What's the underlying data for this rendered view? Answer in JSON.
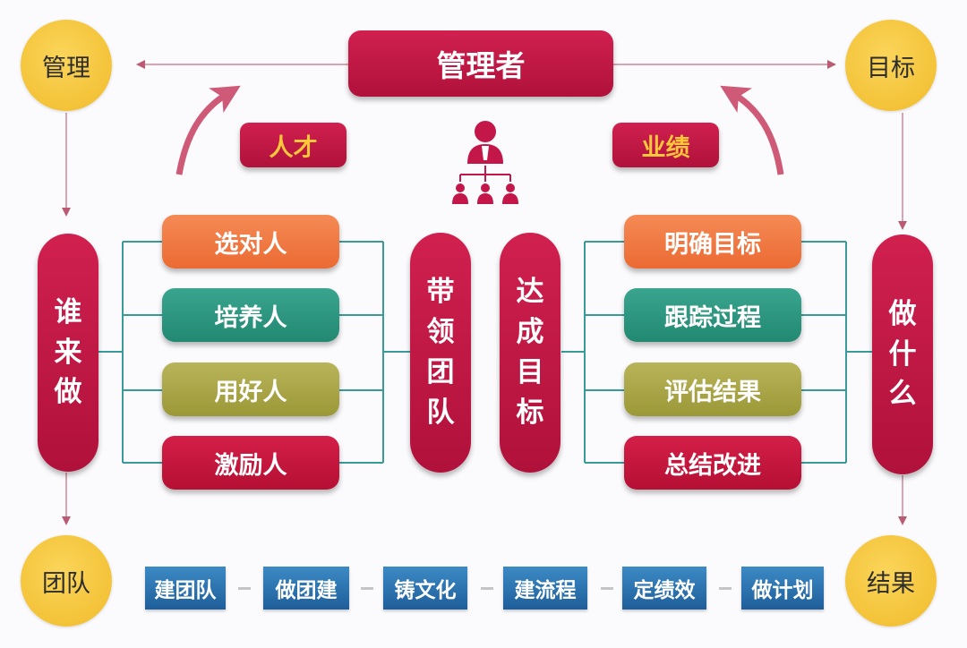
{
  "title": "管理者",
  "corners": {
    "top_left": "管理",
    "top_right": "目标",
    "bottom_left": "团队",
    "bottom_right": "结果"
  },
  "tags": {
    "left": "人才",
    "right": "业绩"
  },
  "left_column": {
    "label": [
      "谁",
      "来",
      "做"
    ]
  },
  "right_column": {
    "label": [
      "做",
      "什",
      "么"
    ]
  },
  "center_left": {
    "label": [
      "带",
      "领",
      "团",
      "队"
    ]
  },
  "center_right": {
    "label": [
      "达",
      "成",
      "目",
      "标"
    ]
  },
  "left_items": [
    "选对人",
    "培养人",
    "用好人",
    "激励人"
  ],
  "right_items": [
    "明确目标",
    "跟踪过程",
    "评估结果",
    "总结改进"
  ],
  "bottom_steps": [
    "建团队",
    "做团建",
    "铸文化",
    "建流程",
    "定绩效",
    "做计划"
  ],
  "colors": {
    "crimson": "#c3174a",
    "orange": "#ef7441",
    "teal": "#2b937d",
    "olive": "#aaa546",
    "gold": "#f5c535",
    "blue": "#2a6fac",
    "connector": "#3a9a9a",
    "arrow": "#cf5a78"
  },
  "icons": {
    "center": "org-chart-person-icon"
  }
}
